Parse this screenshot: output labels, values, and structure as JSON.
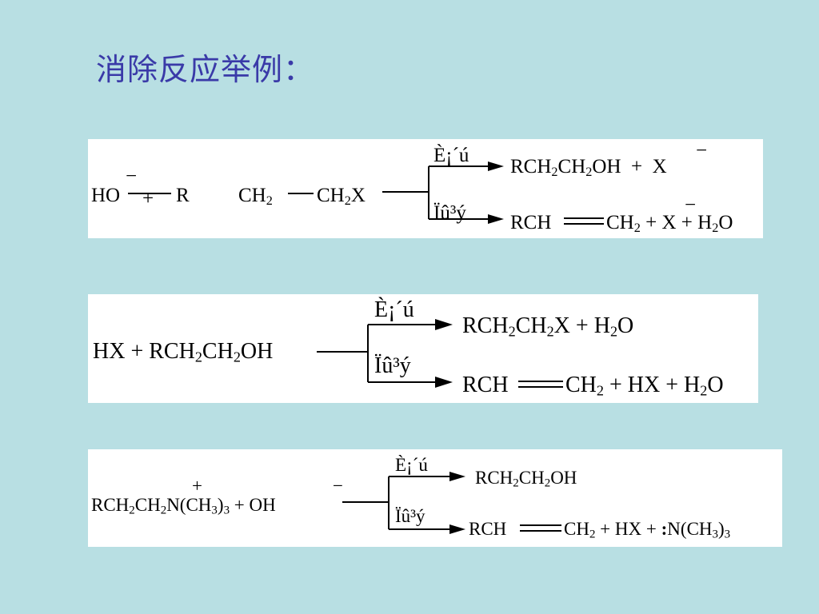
{
  "title": "消除反应举例：",
  "reaction1": {
    "reactant_a": "HO",
    "charge_minus": "−",
    "plus": "+",
    "r": "R",
    "ch2_a": "CH",
    "ch2_b": "CH",
    "x": "X",
    "cond_top": "È¡´ú",
    "cond_bottom": "Ïû³ý",
    "prod_top": [
      "RCH",
      "CH",
      "OH",
      "+",
      "X"
    ],
    "prod_bottom": [
      "RCH",
      "CH",
      "+",
      "X",
      "+",
      "H",
      "O"
    ],
    "sub2": "2"
  },
  "reaction2": {
    "reactants": [
      "HX",
      "+",
      "RCH",
      "CH",
      "OH"
    ],
    "cond_top": "È¡´ú",
    "cond_bottom": "Ïû³ý",
    "prod_top": [
      "RCH",
      "CH",
      "X",
      "+",
      "H",
      "O"
    ],
    "prod_bottom": [
      "RCH",
      "CH",
      "+",
      "HX",
      "+",
      "H",
      "O"
    ],
    "sub2": "2"
  },
  "reaction3": {
    "reactants": [
      "RCH",
      "CH",
      "N(CH",
      ")",
      "+",
      "OH"
    ],
    "charge_plus": "+",
    "charge_minus": "−",
    "cond_top": "È¡´ú",
    "cond_bottom": "Ïû³ý",
    "prod_top": [
      "RCH",
      "CH",
      "OH"
    ],
    "prod_bottom": [
      "RCH",
      "CH",
      "+",
      "HX",
      "+",
      ":",
      "N(CH",
      ")"
    ],
    "sub2": "2",
    "sub3": "3"
  }
}
